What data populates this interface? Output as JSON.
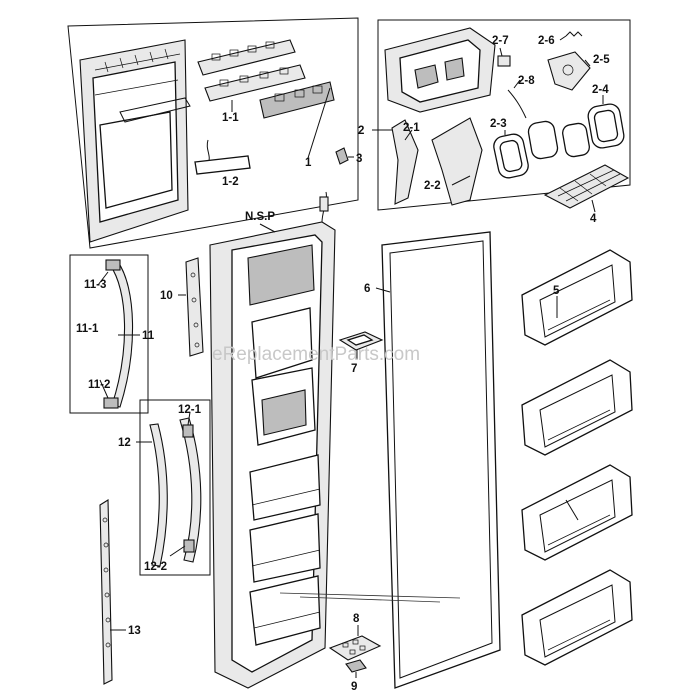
{
  "watermark": "eReplacementParts.com",
  "labels": {
    "p1": "1",
    "p1_1": "1-1",
    "p1_2": "1-2",
    "p2": "2",
    "p2_1": "2-1",
    "p2_2": "2-2",
    "p2_3": "2-3",
    "p2_4": "2-4",
    "p2_5": "2-5",
    "p2_6": "2-6",
    "p2_7": "2-7",
    "p2_8": "2-8",
    "p3": "3",
    "p4": "4",
    "p5": "5",
    "p6": "6",
    "p7": "7",
    "p8": "8",
    "p9": "9",
    "p10": "10",
    "p11": "11",
    "p11_1": "11-1",
    "p11_2": "11-2",
    "p11_3": "11-3",
    "p12": "12",
    "p12_1": "12-1",
    "p12_2": "12-2",
    "p13": "13",
    "nsp": "N.S.P"
  }
}
